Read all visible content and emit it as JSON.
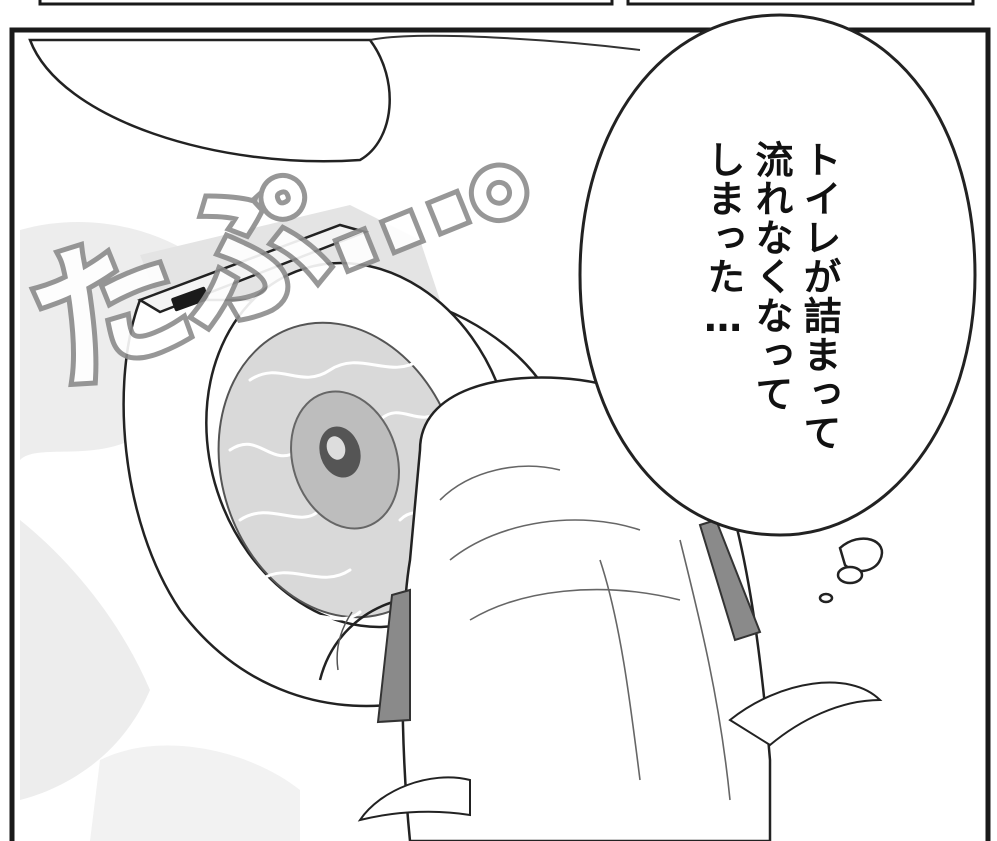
{
  "sound_effect": {
    "text": "たぷ…。"
  },
  "speech_bubble": {
    "lines": [
      "トイレが詰まって",
      "流れなくなって",
      "しまった…"
    ]
  },
  "colors": {
    "ink": "#111111",
    "panel_border": "#1a1a1a",
    "water": "#d9d9d9",
    "water_dark": "#bdbdbd",
    "shadow": "#ececec",
    "sfx_fill": "#9a9a9a",
    "ribbon": "#8a8a8a"
  }
}
